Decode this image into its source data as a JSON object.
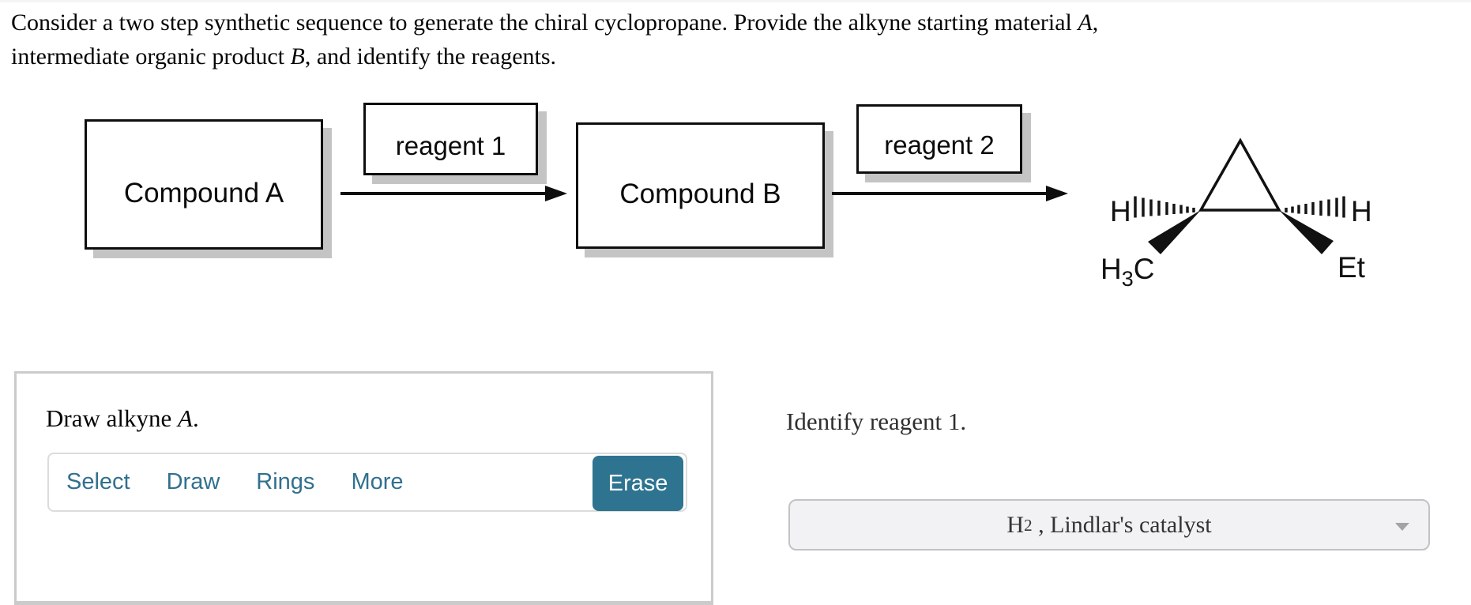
{
  "question": {
    "line1_prefix": "Consider a two step synthetic sequence to generate the chiral cyclopropane. Provide the alkyne starting material ",
    "line1_var": "A",
    "line1_suffix": ",",
    "line2_prefix": "intermediate organic product ",
    "line2_var": "B",
    "line2_suffix": ", and identify the reagents."
  },
  "scheme": {
    "compound_a_label": "Compound A",
    "compound_b_label": "Compound B",
    "reagent_1_label": "reagent 1",
    "reagent_2_label": "reagent 2",
    "product": {
      "left_h": "H",
      "right_h": "H",
      "methyl_h": "H",
      "methyl_sub": "3",
      "methyl_c": "C",
      "ethyl": "Et"
    }
  },
  "draw_panel": {
    "prompt_prefix": "Draw alkyne ",
    "prompt_var": "A",
    "prompt_suffix": ".",
    "toolbar_items": [
      "Select",
      "Draw",
      "Rings",
      "More"
    ],
    "erase_label": "Erase"
  },
  "identify_panel": {
    "prompt": "Identify reagent 1.",
    "dropdown": {
      "formula_base": "H",
      "formula_sub": "2",
      "rest": " , Lindlar's catalyst"
    }
  },
  "colors": {
    "teal_link": "#31708E",
    "erase_button_bg": "#2E7490",
    "box_shadow": "#C4C4C4",
    "panel_border": "#CBCBCB",
    "toolbar_border": "#DCDCDC",
    "dropdown_bg": "#F2F2F5",
    "dropdown_border": "#C2C2C7",
    "caret_gray": "#A3A3A3"
  }
}
